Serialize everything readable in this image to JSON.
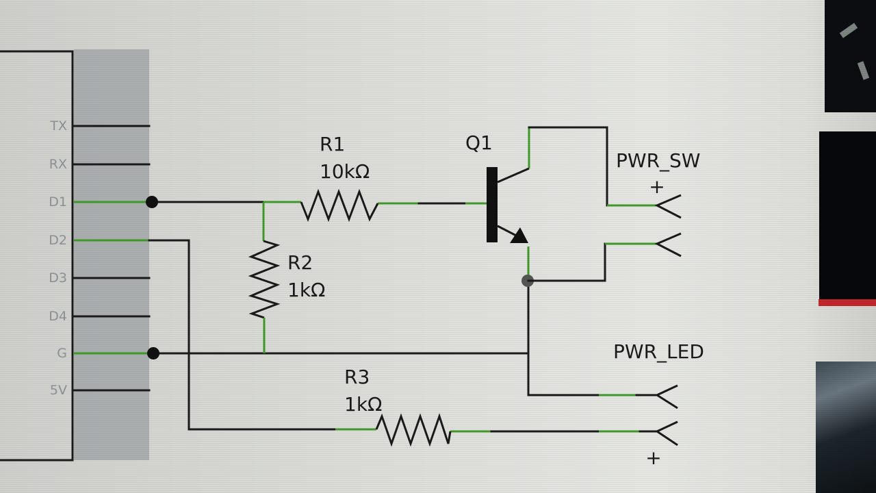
{
  "schematic": {
    "header": {
      "pins": [
        "TX",
        "RX",
        "D1",
        "D2",
        "D3",
        "D4",
        "G",
        "5V"
      ]
    },
    "components": {
      "R1": {
        "ref": "R1",
        "value": "10kΩ"
      },
      "R2": {
        "ref": "R2",
        "value": "1kΩ"
      },
      "R3": {
        "ref": "R3",
        "value": "1kΩ"
      },
      "Q1": {
        "ref": "Q1",
        "type": "NPN transistor"
      }
    },
    "connectors": {
      "pwr_sw": {
        "name": "PWR_SW",
        "polarity": "+"
      },
      "pwr_led": {
        "name": "PWR_LED",
        "polarity": "+"
      }
    }
  },
  "side_panel": {
    "thumbnails": [
      "thumbnail-1",
      "thumbnail-2",
      "thumbnail-3"
    ],
    "accent_color": "#c0282a"
  },
  "colors": {
    "wire": "#1a1a1a",
    "routed_wire": "#3f9a2a",
    "background": "#dcddd9"
  }
}
